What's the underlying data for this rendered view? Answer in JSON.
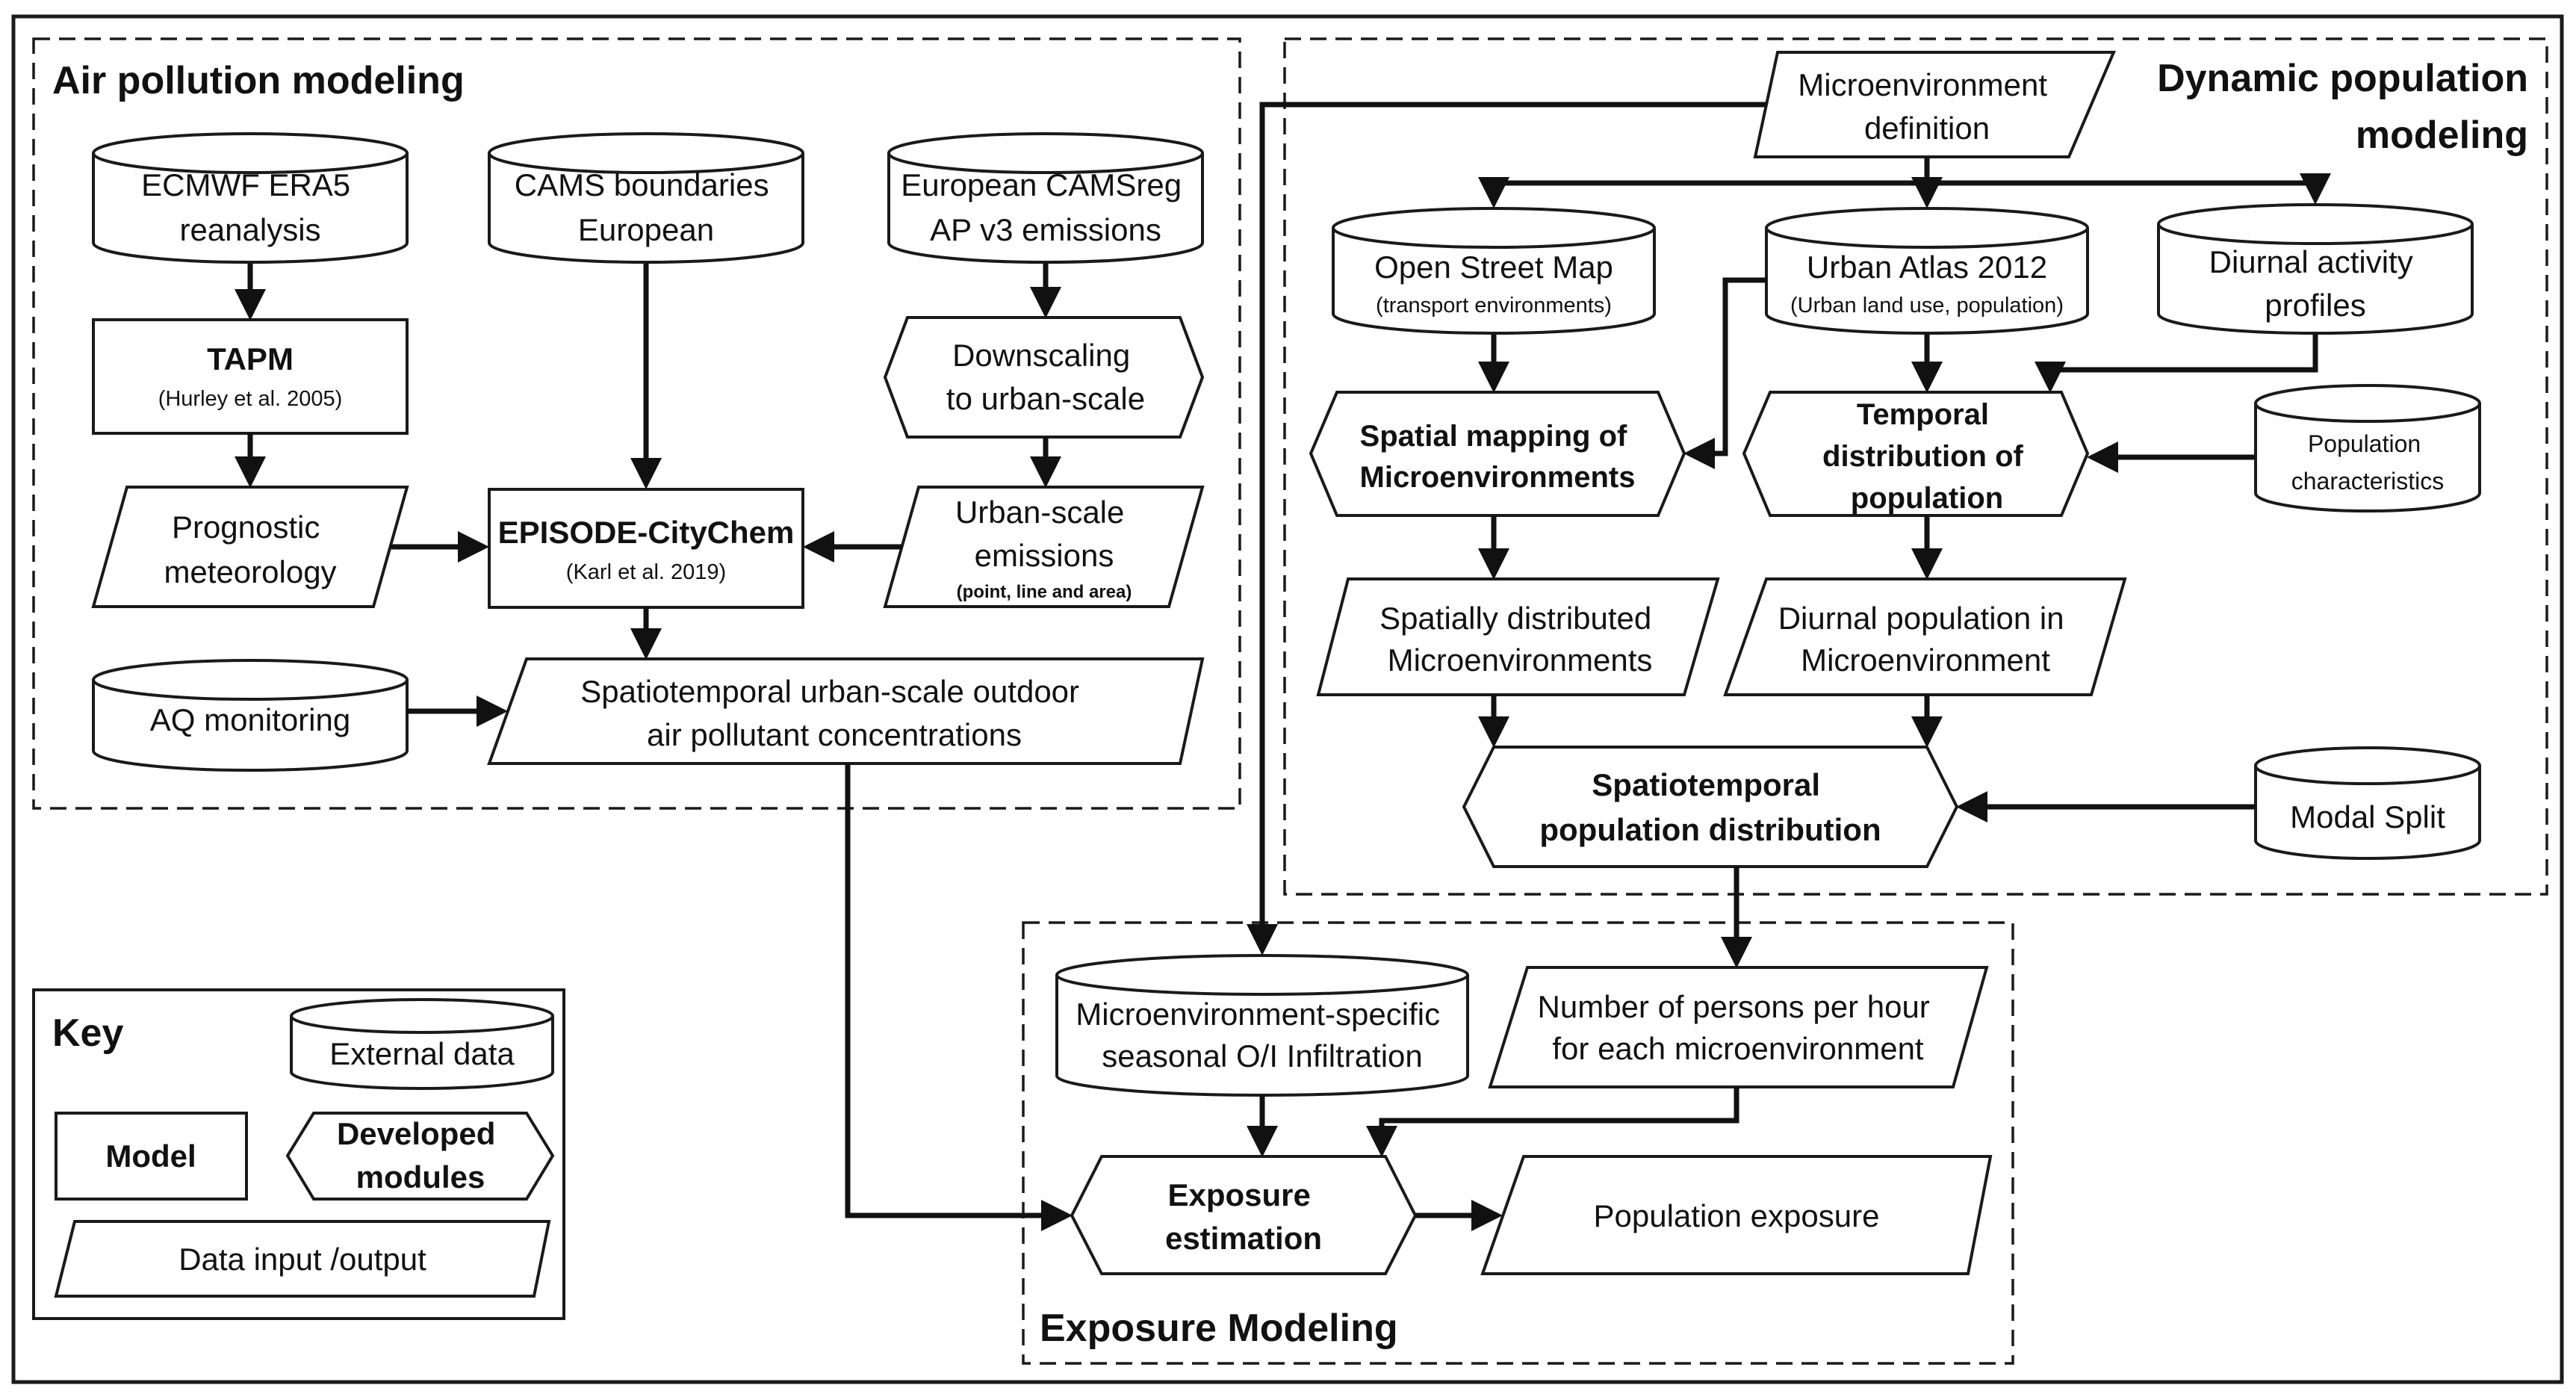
{
  "groups": {
    "air": "Air pollution modeling",
    "pop_line1": "Dynamic population",
    "pop_line2": "modeling",
    "exposure": "Exposure Modeling",
    "key": "Key"
  },
  "nodes": {
    "ecmwf": [
      "ECMWF ERA5",
      "reanalysis"
    ],
    "cams_bound": [
      "CAMS boundaries",
      "European"
    ],
    "cams_reg": [
      "European CAMSreg",
      "AP v3 emissions"
    ],
    "tapm": [
      "TAPM",
      "(Hurley et al. 2005)"
    ],
    "downscaling": [
      "Downscaling",
      "to urban-scale"
    ],
    "prognostic": [
      "Prognostic",
      "meteorology"
    ],
    "episode": [
      "EPISODE-CityChem",
      "(Karl et al. 2019)"
    ],
    "urban_emis": [
      "Urban-scale",
      "emissions",
      "(point, line and area)"
    ],
    "aq": [
      "AQ monitoring"
    ],
    "spatiotemporal_conc": [
      "Spatiotemporal urban-scale outdoor",
      "air pollutant concentrations"
    ],
    "micro_def": [
      "Microenvironment",
      "definition"
    ],
    "osm": [
      "Open Street Map",
      "(transport environments)"
    ],
    "urban_atlas": [
      "Urban Atlas 2012",
      "(Urban land use, population)"
    ],
    "diurnal_profiles": [
      "Diurnal activity",
      "profiles"
    ],
    "spatial_mapping": [
      "Spatial mapping of",
      "Microenvironments"
    ],
    "temporal_dist": [
      "Temporal",
      "distribution of",
      "population"
    ],
    "pop_char": [
      "Population",
      "characteristics"
    ],
    "spatially_dist": [
      "Spatially distributed",
      "Microenvironments"
    ],
    "diurnal_pop": [
      "Diurnal population in",
      "Microenvironment"
    ],
    "spatiotemporal_pop": [
      "Spatiotemporal",
      "population distribution"
    ],
    "modal_split": [
      "Modal Split"
    ],
    "infiltration": [
      "Microenvironment-specific",
      "seasonal O/I Infiltration"
    ],
    "persons_hour": [
      "Number of persons per hour",
      "for each microenvironment"
    ],
    "exposure_est": [
      "Exposure",
      "estimation"
    ],
    "pop_exposure": [
      "Population exposure"
    ],
    "key_external": [
      "External data"
    ],
    "key_model": [
      "Model"
    ],
    "key_developed": [
      "Developed",
      "modules"
    ],
    "key_data": [
      "Data input /output"
    ]
  }
}
